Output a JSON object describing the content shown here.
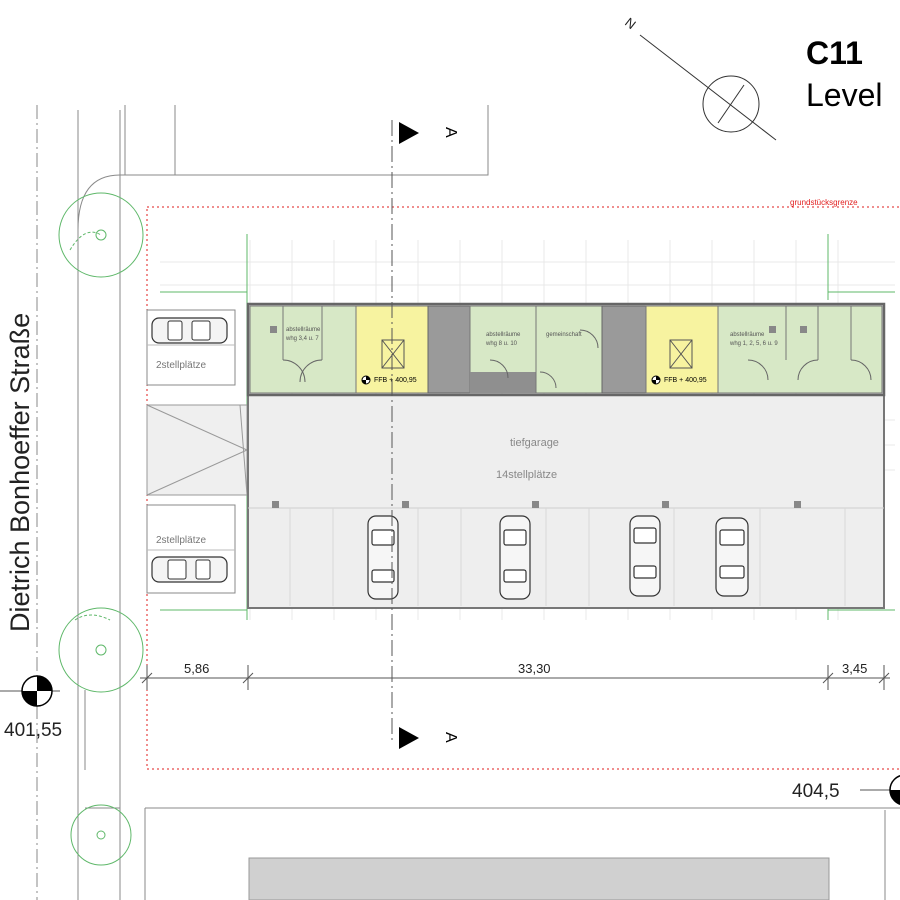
{
  "sheet": {
    "code": "C11",
    "level_label": "Level"
  },
  "north_arrow": {
    "label": "N"
  },
  "street": {
    "name": "Dietrich Bonhoeffer Straße"
  },
  "property_line": {
    "label": "grundstücksgrenze"
  },
  "section_markers": [
    {
      "label": "A"
    },
    {
      "label": "A"
    }
  ],
  "parking": {
    "top_label": "2stellplätze",
    "bottom_label": "2stellplätze",
    "garage_name": "tiefgarage",
    "garage_capacity": "14stellplätze"
  },
  "rooms": {
    "storage_left_title": "abstellräume",
    "storage_left_sub": "whg 3,4 u. 7",
    "storage_mid_title": "abstellräume",
    "storage_mid_sub": "whg 8 u. 10",
    "common_room": "gemeinschaft",
    "storage_right_title": "abstellräume",
    "storage_right_sub": "whg 1, 2, 5, 6 u. 9"
  },
  "stair_cores": [
    {
      "ffb_label": "FFB + 400,95"
    },
    {
      "ffb_label": "FFB + 400,95"
    }
  ],
  "dimensions": {
    "left": "5,86",
    "center": "33,30",
    "right": "3,45"
  },
  "elevations": {
    "street_level": "401,55",
    "right_level": "404,5"
  },
  "colors": {
    "storage_green": "#d7e8c6",
    "stair_yellow": "#f7f3a0",
    "garage_grey": "#eeeeee",
    "core_grey": "#9a9a9a",
    "property_red": "#e11d1d",
    "tree_green": "#5fb86a"
  }
}
